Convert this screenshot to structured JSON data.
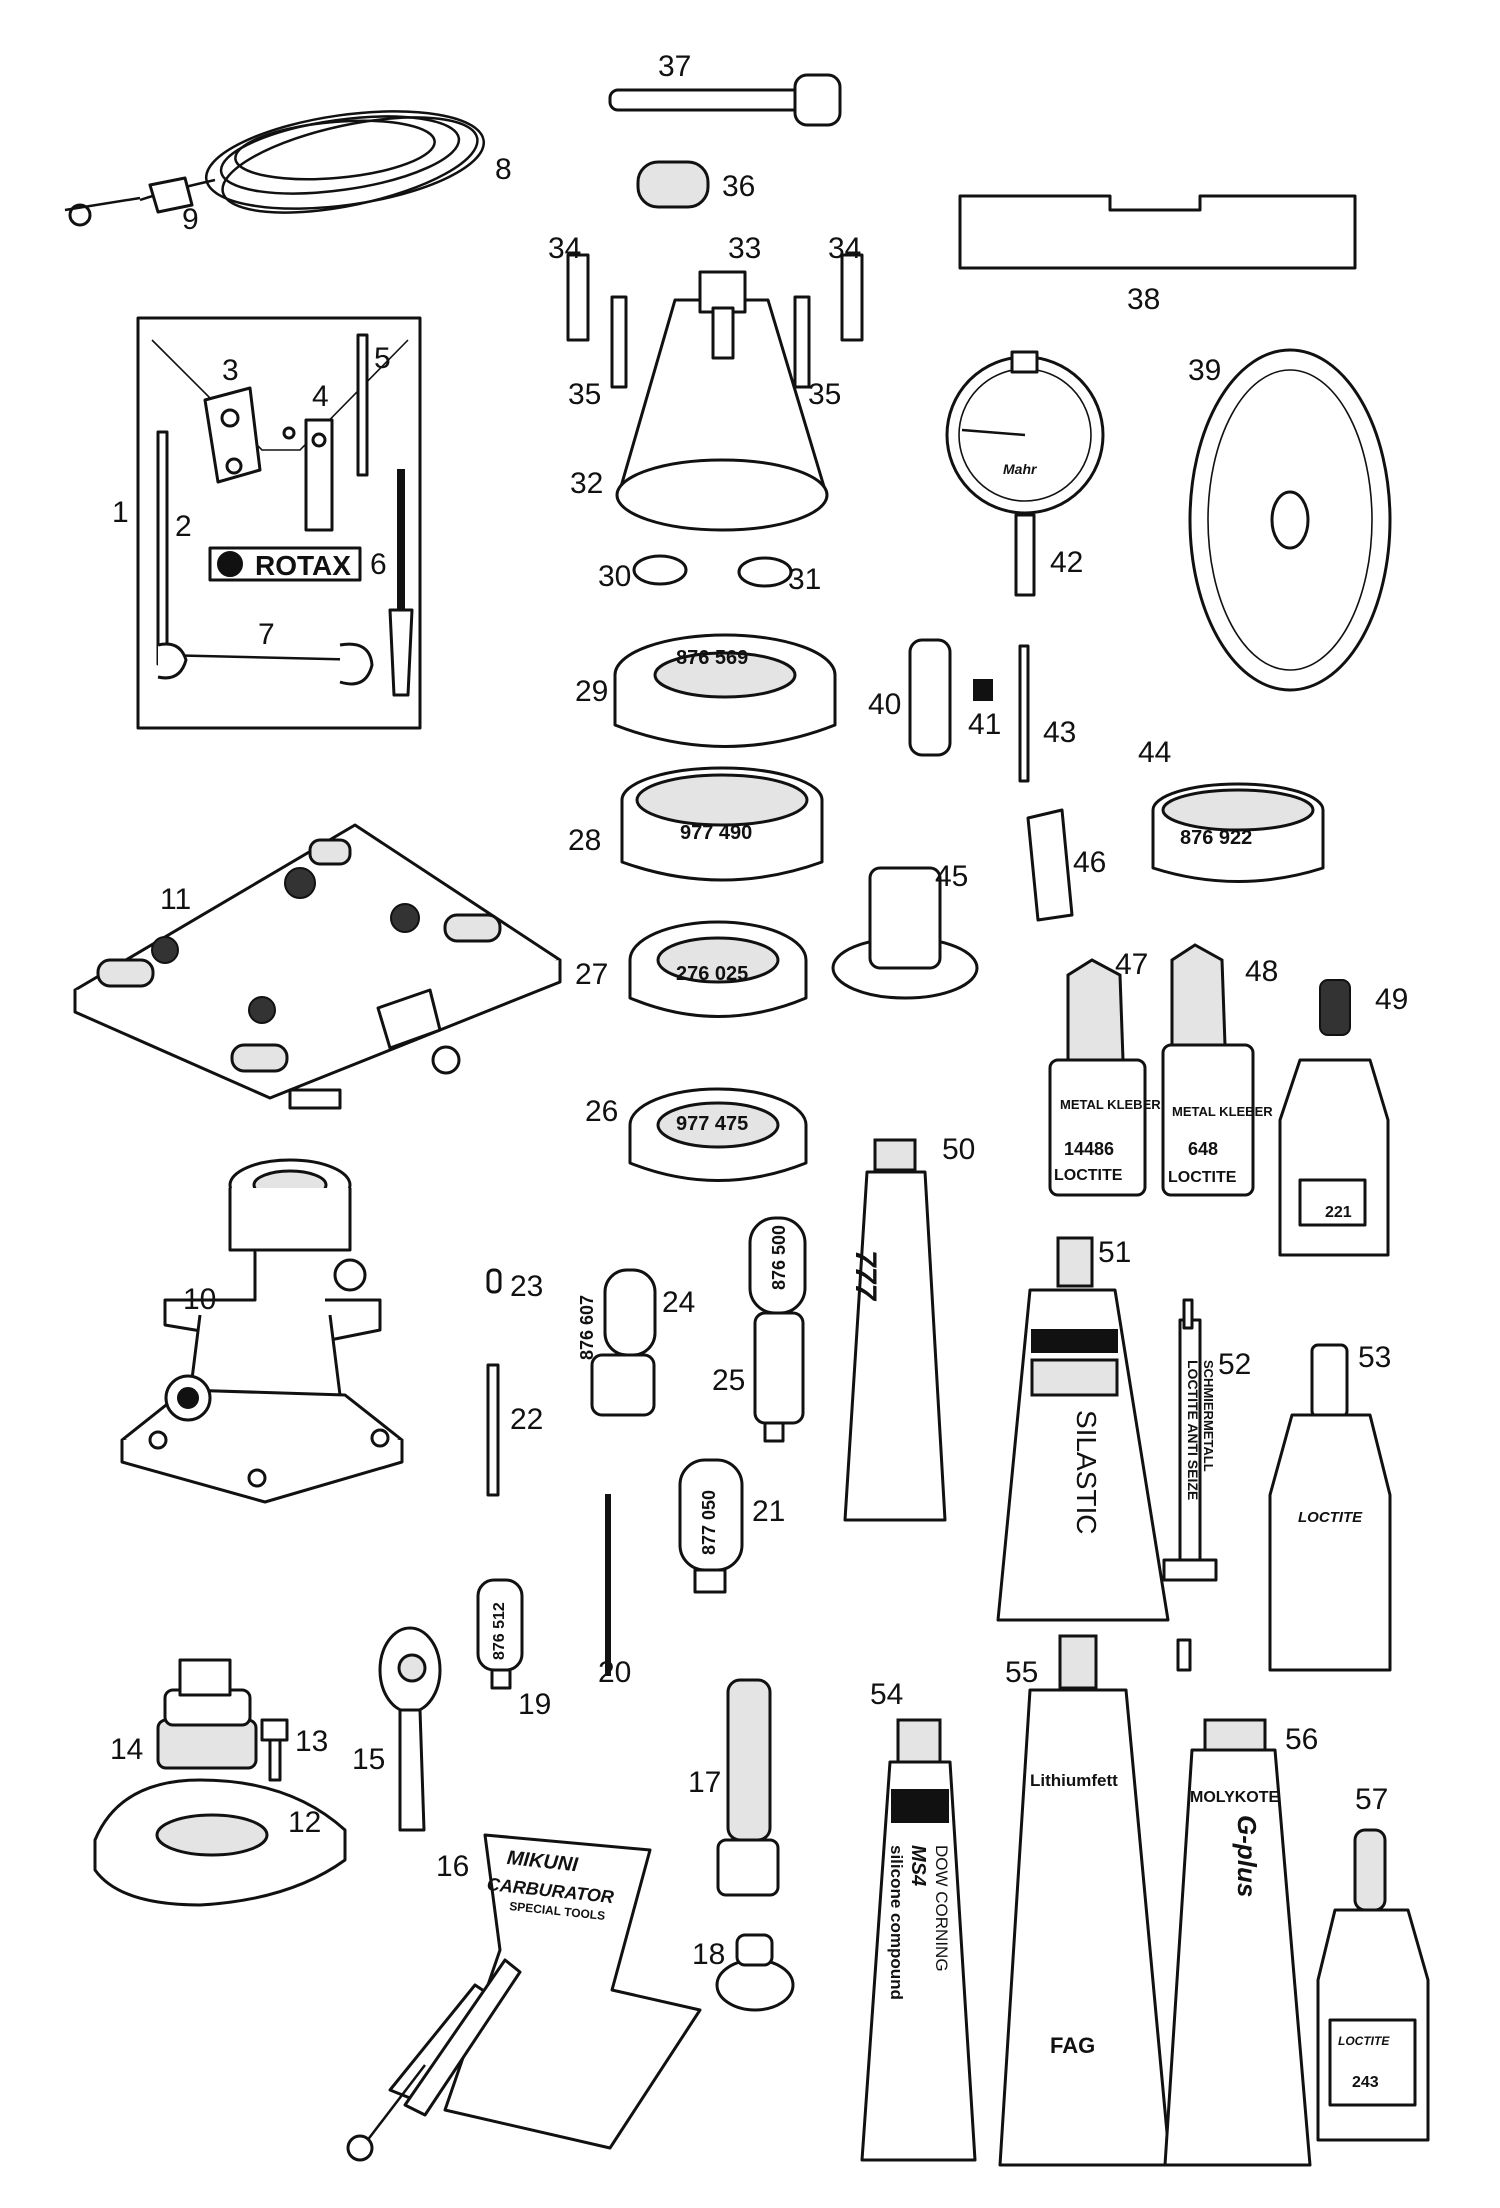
{
  "part_numbers": {
    "p1": "1",
    "p2": "2",
    "p3": "3",
    "p4": "4",
    "p5": "5",
    "p6": "6",
    "p7": "7",
    "p8": "8",
    "p9": "9",
    "p10": "10",
    "p11": "11",
    "p12": "12",
    "p13": "13",
    "p14": "14",
    "p15": "15",
    "p16": "16",
    "p17": "17",
    "p18": "18",
    "p19": "19",
    "p20": "20",
    "p21": "21",
    "p22": "22",
    "p23": "23",
    "p24": "24",
    "p25": "25",
    "p26": "26",
    "p27": "27",
    "p28": "28",
    "p29": "29",
    "p30": "30",
    "p31": "31",
    "p32": "32",
    "p33": "33",
    "p34a": "34",
    "p34b": "34",
    "p35a": "35",
    "p35b": "35",
    "p36": "36",
    "p37": "37",
    "p38": "38",
    "p39": "39",
    "p40": "40",
    "p41": "41",
    "p42": "42",
    "p43": "43",
    "p44": "44",
    "p45": "45",
    "p46": "46",
    "p47": "47",
    "p48": "48",
    "p49": "49",
    "p50": "50",
    "p51": "51",
    "p52": "52",
    "p53": "53",
    "p54": "54",
    "p55": "55",
    "p56": "56",
    "p57": "57"
  },
  "labels": {
    "rotax": "ROTAX",
    "ring_876569": "876 569",
    "ring_977490": "977 490",
    "ring_276025": "276 025",
    "ring_977475": "977 475",
    "ring_876922": "876 922",
    "pin_876607": "876 607",
    "pin_876500": "876 500",
    "pin_877050": "877 050",
    "pin_876512": "876 512",
    "gauge_brand": "Mahr",
    "metal_kleber_47": "METAL KLEBER",
    "code_14486": "14486",
    "metal_kleber_48": "METAL KLEBER",
    "code_648": "648",
    "loctite_47": "LOCTITE",
    "loctite_48": "LOCTITE",
    "code_221": "221",
    "tube_50_mark": "777",
    "silastic": "SILASTIC",
    "syringe_loctite": "LOCTITE ANTI SEIZE",
    "syringe_schmier": "SCHMIERMETALL",
    "loctite_53": "LOCTITE",
    "dow_corning": "DOW CORNING",
    "ms4": "MS4",
    "silicone_compound": "silicone compound",
    "lithiumfett": "Lithiumfett",
    "fag": "FAG",
    "molykote": "MOLYKOTE",
    "gplus": "G-plus",
    "loctite_57": "LOCTITE",
    "code_243": "243",
    "mikuni": "MIKUNI",
    "carburator": "CARBURATOR",
    "special_tools": "SPECIAL TOOLS"
  }
}
